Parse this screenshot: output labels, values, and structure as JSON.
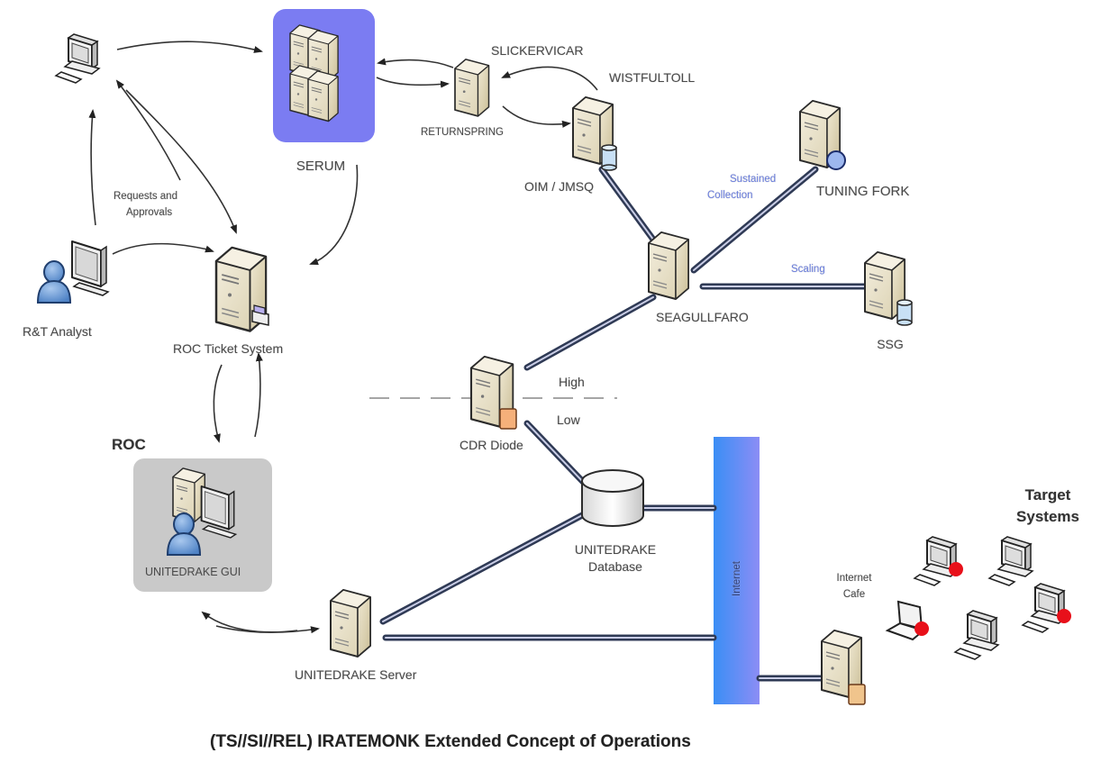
{
  "caption": "(TS//SI//REL) IRATEMONK Extended Concept of Operations",
  "colors": {
    "serum_box": "#7b7cf2",
    "roc_box": "#c7c7c7",
    "internet_bar_start": "#3a8ef5",
    "internet_bar_end": "#8c8df5",
    "server_body": "#e9e1c8",
    "user_blue": "#6f9fd8",
    "target_marker": "#e8101a",
    "annotation_blue": "#6b7fe0",
    "link_line": "#2f3a55"
  },
  "nodes": {
    "workstation": {
      "label": "",
      "icon": "workstation-icon"
    },
    "serum": {
      "label": "SERUM",
      "icon": "server-cluster-icon"
    },
    "returnspring": {
      "label": "RETURNSPRING",
      "icon": "server-icon"
    },
    "slickervicar": {
      "label": "SLICKERVICAR"
    },
    "wistfultoll": {
      "label": "WISTFULTOLL"
    },
    "oim_jmsq": {
      "label": "OIM / JMSQ",
      "icon": "database-server-icon"
    },
    "tuning_fork": {
      "label": "TUNING FORK",
      "icon": "globe-server-icon"
    },
    "seagullfaro": {
      "label": "SEAGULLFARO",
      "icon": "server-icon"
    },
    "ssg": {
      "label": "SSG",
      "icon": "database-server-icon"
    },
    "rt_analyst": {
      "label": "R&T Analyst",
      "icon": "user-workstation-icon"
    },
    "roc_ticket": {
      "label": "ROC Ticket System",
      "icon": "printer-server-icon"
    },
    "roc": {
      "label": "ROC"
    },
    "unitedrake_gui": {
      "label": "UNITEDRAKE GUI",
      "icon": "user-workstation-icon"
    },
    "cdr_diode": {
      "label": "CDR Diode",
      "icon": "diode-server-icon"
    },
    "unitedrake_db": {
      "label_line1": "UNITEDRAKE",
      "label_line2": "Database",
      "icon": "database-icon"
    },
    "unitedrake_server": {
      "label": "UNITEDRAKE Server",
      "icon": "server-icon"
    },
    "internet": {
      "label": "Internet"
    },
    "internet_cafe": {
      "label_line1": "Internet",
      "label_line2": "Cafe",
      "icon": "server-icon"
    },
    "target_systems": {
      "label_line1": "Target",
      "label_line2": "Systems"
    }
  },
  "annotations": {
    "requests_line1": "Requests and",
    "requests_line2": "Approvals",
    "sustained_line1": "Sustained",
    "sustained_line2": "Collection",
    "scaling": "Scaling",
    "high": "High",
    "low": "Low"
  },
  "targets": [
    {
      "type": "desktop",
      "infected": true
    },
    {
      "type": "desktop",
      "infected": false
    },
    {
      "type": "laptop",
      "infected": true
    },
    {
      "type": "desktop",
      "infected": false
    },
    {
      "type": "desktop",
      "infected": true
    }
  ]
}
